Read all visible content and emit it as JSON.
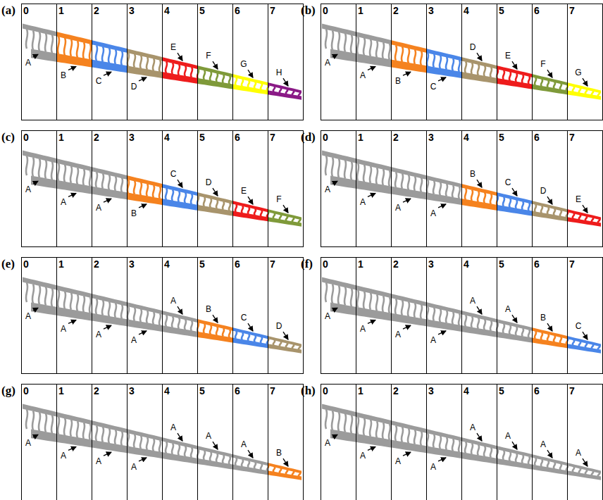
{
  "diagram": {
    "labels": [
      "(a)",
      "0",
      "1",
      "2",
      "3",
      "4",
      "5",
      "6",
      "7",
      "A",
      "B",
      "C",
      "D",
      "E",
      "F",
      "G",
      "H",
      "(b)",
      "0",
      "1",
      "2",
      "3",
      "4",
      "5",
      "6",
      "7",
      "A",
      "A",
      "B",
      "C",
      "D",
      "E",
      "F",
      "G",
      "(c)",
      "0",
      "1",
      "2",
      "3",
      "4",
      "5",
      "6",
      "7",
      "A",
      "A",
      "A",
      "B",
      "C",
      "D",
      "E",
      "F",
      "(d)",
      "0",
      "1",
      "2",
      "3",
      "4",
      "5",
      "6",
      "7",
      "A",
      "A",
      "A",
      "A",
      "B",
      "C",
      "D",
      "E",
      "(e)",
      "0",
      "1",
      "2",
      "3",
      "4",
      "5",
      "6",
      "7",
      "A",
      "A",
      "A",
      "A",
      "A",
      "B",
      "C",
      "D",
      "(f)",
      "0",
      "1",
      "2",
      "3",
      "4",
      "5",
      "6",
      "7",
      "A",
      "A",
      "A",
      "A",
      "A",
      "A",
      "B",
      "C",
      "(g)",
      "0",
      "1",
      "2",
      "3",
      "4",
      "5",
      "6",
      "7",
      "A",
      "A",
      "A",
      "A",
      "A",
      "A",
      "A",
      "B",
      "(h)",
      "0",
      "1",
      "2",
      "3",
      "4",
      "5",
      "6",
      "7",
      "A",
      "A",
      "A",
      "A",
      "A",
      "A",
      "A",
      "A"
    ]
  }
}
